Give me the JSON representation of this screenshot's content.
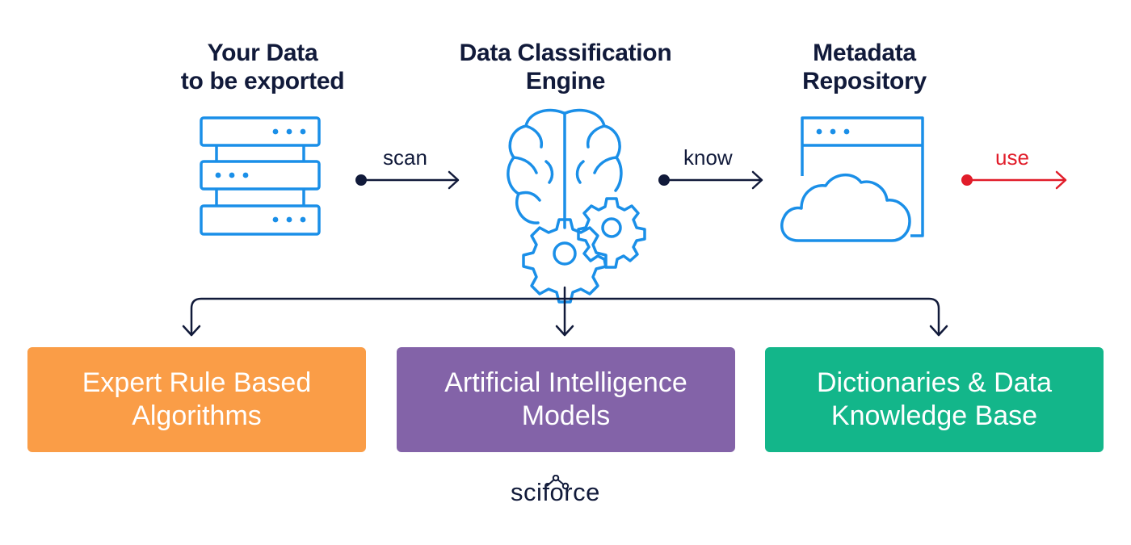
{
  "headings": {
    "source": [
      "Your Data",
      "to be exported"
    ],
    "engine": [
      "Data Classification",
      "Engine"
    ],
    "repository": [
      "Metadata",
      "Repository"
    ]
  },
  "flow_labels": {
    "scan": "scan",
    "know": "know",
    "use": "use"
  },
  "boxes": [
    {
      "lines": [
        "Expert Rule Based",
        "Algorithms"
      ],
      "color": "#fa9d47"
    },
    {
      "lines": [
        "Artificial Intelligence",
        "Models"
      ],
      "color": "#8363a8"
    },
    {
      "lines": [
        "Dictionaries & Data",
        "Knowledge Base"
      ],
      "color": "#13b68a"
    }
  ],
  "logo": {
    "text": "sciforce"
  },
  "colors": {
    "icon_blue": "#1a8fe8",
    "text_dark": "#111a3a",
    "accent_red": "#e11d2a"
  },
  "icons": [
    "server-icon",
    "brain-gears-icon",
    "cloud-window-icon",
    "sciforce-logo"
  ]
}
